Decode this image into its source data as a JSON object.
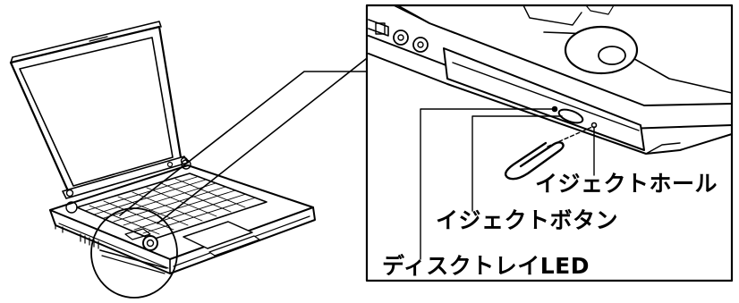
{
  "labels": {
    "eject_hole": "イジェクトホール",
    "eject_button": "イジェクトボタン",
    "disc_tray_led": "ディスクトレイLED"
  }
}
